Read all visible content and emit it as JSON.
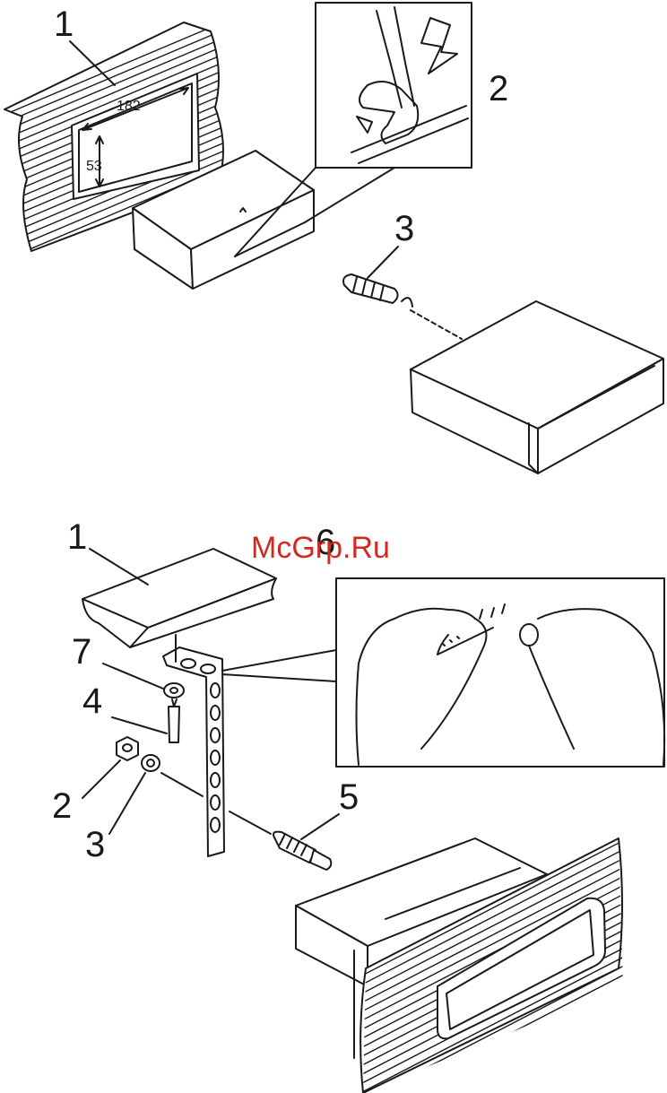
{
  "diagram": {
    "top": {
      "callouts": [
        "1",
        "2",
        "3"
      ],
      "dimension_width": "182",
      "dimension_height": "53"
    },
    "bottom": {
      "callouts": [
        "1",
        "6",
        "7",
        "4",
        "2",
        "3",
        "5"
      ]
    },
    "watermark": "McGrp.Ru",
    "colors": {
      "ink": "#1a1a1a",
      "watermark": "#d22a1f",
      "background": "#ffffff"
    }
  }
}
